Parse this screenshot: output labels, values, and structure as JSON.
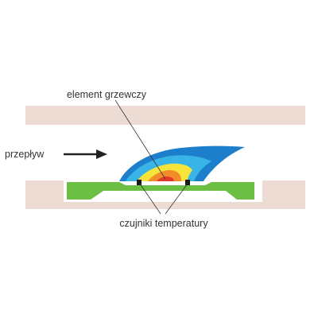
{
  "labels": {
    "heating_element": "element grzewczy",
    "flow": "przepływ",
    "temperature_sensors": "czujniki temperatury"
  },
  "colors": {
    "channel_wall": "#ecdcd4",
    "chip": "#6cbe45",
    "hot_spot_core": "#e23a2a",
    "plume_orange": "#f28c2a",
    "plume_yellow": "#f6e43a",
    "plume_light_blue": "#39b4e6",
    "plume_blue": "#1d7fcc",
    "arrow": "#222222",
    "leader_line": "#333333"
  }
}
